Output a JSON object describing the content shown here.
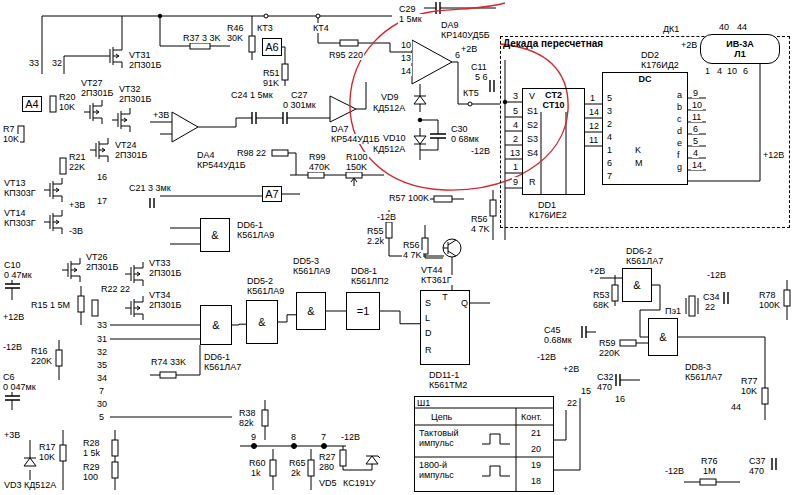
{
  "diagram": {
    "nodes": [
      {
        "text": [
          "Декада пересчетная"
        ]
      },
      {
        "text": [
          "CT2",
          "CT10"
        ],
        "in": 0
      },
      {
        "text": [
          "DC"
        ],
        "in": 0
      },
      {
        "text": [
          "ИВ-3А",
          "Л1"
        ],
        "in": 0
      },
      {
        "text": [
          "A6"
        ]
      },
      {
        "text": [
          "A7"
        ]
      },
      {
        "text": [
          "A4"
        ]
      },
      {
        "text": [
          "&"
        ]
      },
      {
        "text": [
          "&"
        ]
      },
      {
        "text": [
          "&"
        ]
      },
      {
        "text": [
          "&"
        ]
      },
      {
        "text": [
          "=1"
        ]
      },
      {
        "text": [
          "T"
        ]
      },
      {
        "text": [
          "&"
        ]
      },
      {
        "text": [
          "&"
        ]
      },
      {
        "text": [
          "Ш1"
        ]
      }
    ],
    "edges": [
      {
        "from": 8,
        "to": 9,
        "arrow": "none"
      },
      {
        "from": 9,
        "to": 10,
        "arrow": "none"
      },
      {
        "from": 10,
        "to": 11,
        "arrow": "none"
      },
      {
        "from": 11,
        "to": 12,
        "arrow": "none"
      },
      {
        "from": 1,
        "to": 2,
        "arrow": "none"
      },
      {
        "from": 1,
        "to": 2,
        "arrow": "none"
      },
      {
        "from": 1,
        "to": 2,
        "arrow": "none"
      },
      {
        "from": 1,
        "to": 2,
        "arrow": "none"
      },
      {
        "from": 2,
        "to": 3,
        "arrow": "none"
      },
      {
        "from": 13,
        "to": 14,
        "arrow": "none"
      }
    ],
    "labels": [
      "33",
      "32",
      "R37 3 3K",
      "R46",
      "30K",
      "КТ3",
      "КТ4",
      "C29",
      "1 5мк",
      "DA9",
      "КР140УД5Б",
      "+2В",
      "10",
      "13",
      "14",
      "6",
      "C11",
      "5 6",
      "КТ5",
      "VT31",
      "2П301Б",
      "R51",
      "91K",
      "R95 220",
      "C27",
      "0 301мк",
      "VD9",
      "КД512А",
      "C30",
      "0 68мк",
      "VD10",
      "КД512А",
      "-12В",
      "ДК1",
      "40",
      "44",
      "+2В",
      "V",
      "S1",
      "S2",
      "S3",
      "S4",
      "R",
      "3",
      "5",
      "4",
      "2",
      "13",
      "1",
      "9",
      "1",
      "14",
      "12",
      "11",
      "5",
      "3",
      "2",
      "4",
      "1",
      "6",
      "7",
      "K",
      "M",
      "a",
      "b",
      "c",
      "d",
      "e",
      "f",
      "g",
      "9",
      "10",
      "11",
      "6",
      "5",
      "4",
      "14",
      "1",
      "4",
      "10",
      "6",
      "DD1",
      "К176ИЕ2",
      "DD2",
      "К176ИД2",
      "+12В",
      "R56",
      "4 7K",
      "R7",
      "10K",
      "R20",
      "10K",
      "VT27",
      "2П301Б",
      "VT32",
      "2П301Б",
      "+3В",
      "R21",
      "22K",
      "VT24",
      "2П301Б",
      "16",
      "17",
      "C21 3 3мк",
      "VT13",
      "КП303Г",
      "VT14",
      "КП303Г",
      "+3В",
      "-3В",
      "C10",
      "0 47мк",
      "VT26",
      "2П301Б",
      "VT33",
      "2П301Б",
      "VT34",
      "2П301Б",
      "R22 22",
      "R15 1 5M",
      "+12В",
      "-12В",
      "R16",
      "220K",
      "C6",
      "0 047мк",
      "33",
      "31",
      "32",
      "35",
      "34",
      "7",
      "30",
      "5",
      "R74 33K",
      "DD6-1",
      "К561ЛА7",
      "R38",
      "82k",
      "9",
      "8",
      "7",
      "-12В",
      "R60",
      "1k",
      "R65",
      "2k",
      "R27",
      "280",
      "VD5",
      "КС191У",
      "+3В",
      "R17",
      "10K",
      "VD3 КД512А",
      "R28",
      "1 5k",
      "R29",
      "100",
      "C24 1 5мк",
      "DA4",
      "КР544УД1Б",
      "R98 22",
      "DA7",
      "КР544УД1Б",
      "R99",
      "470K",
      "R100",
      "150K",
      "R57 100K",
      "-12В",
      "R55",
      "2.2k",
      "R56",
      "4 7K",
      "VT44",
      "КТ361Г",
      "DD6-1",
      "К561ЛА9",
      "DD5-2",
      "К561ЛА9",
      "DD5-3",
      "К561ЛА9",
      "DD8-1",
      "К561ЛП2",
      "S",
      "L",
      "D",
      "R",
      "Q",
      "DD11-1",
      "К561ТМ2",
      "Цепь",
      "Конт.",
      "Тактовый импульс",
      "21",
      "20",
      "1800-й импульс",
      "19",
      "18",
      "22",
      "15",
      "16",
      "+2В",
      "R53",
      "68K",
      "DD6-2",
      "К561ЛА7",
      "C45",
      "0.68мк",
      "-12В",
      "+2В",
      "R59",
      "220K",
      "C32",
      "470",
      "Пэ1",
      "C34",
      "22",
      "-12В",
      "R78",
      "100K",
      "DD8-3",
      "К561ЛА7",
      "R77",
      "10K",
      "44",
      "R76",
      "1M",
      "C37",
      "470",
      "-12В"
    ]
  }
}
